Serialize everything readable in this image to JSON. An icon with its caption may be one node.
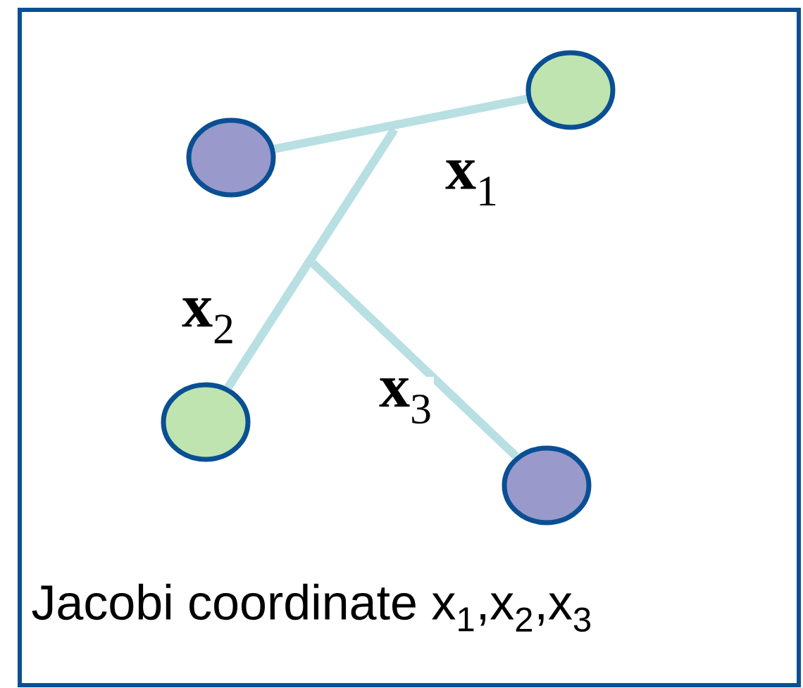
{
  "diagram": {
    "caption": "Jacobi  coordinate x$_{1}$,x$_{2}$,x$_{3}$",
    "nodes": [
      {
        "text": [],
        "shape": "circle"
      },
      {
        "text": [],
        "shape": "circle"
      },
      {
        "text": [],
        "shape": "circle"
      },
      {
        "text": [],
        "shape": "circle"
      }
    ],
    "edges": [
      {
        "from": 0,
        "to": 1,
        "arrow": "none",
        "label": "**x**$_{1}$"
      },
      {
        "from": null,
        "to": 2,
        "arrow": "none",
        "label": "**x**$_{2}$"
      },
      {
        "from": null,
        "to": 3,
        "arrow": "none",
        "label": "**x**$_{3}$"
      }
    ]
  }
}
